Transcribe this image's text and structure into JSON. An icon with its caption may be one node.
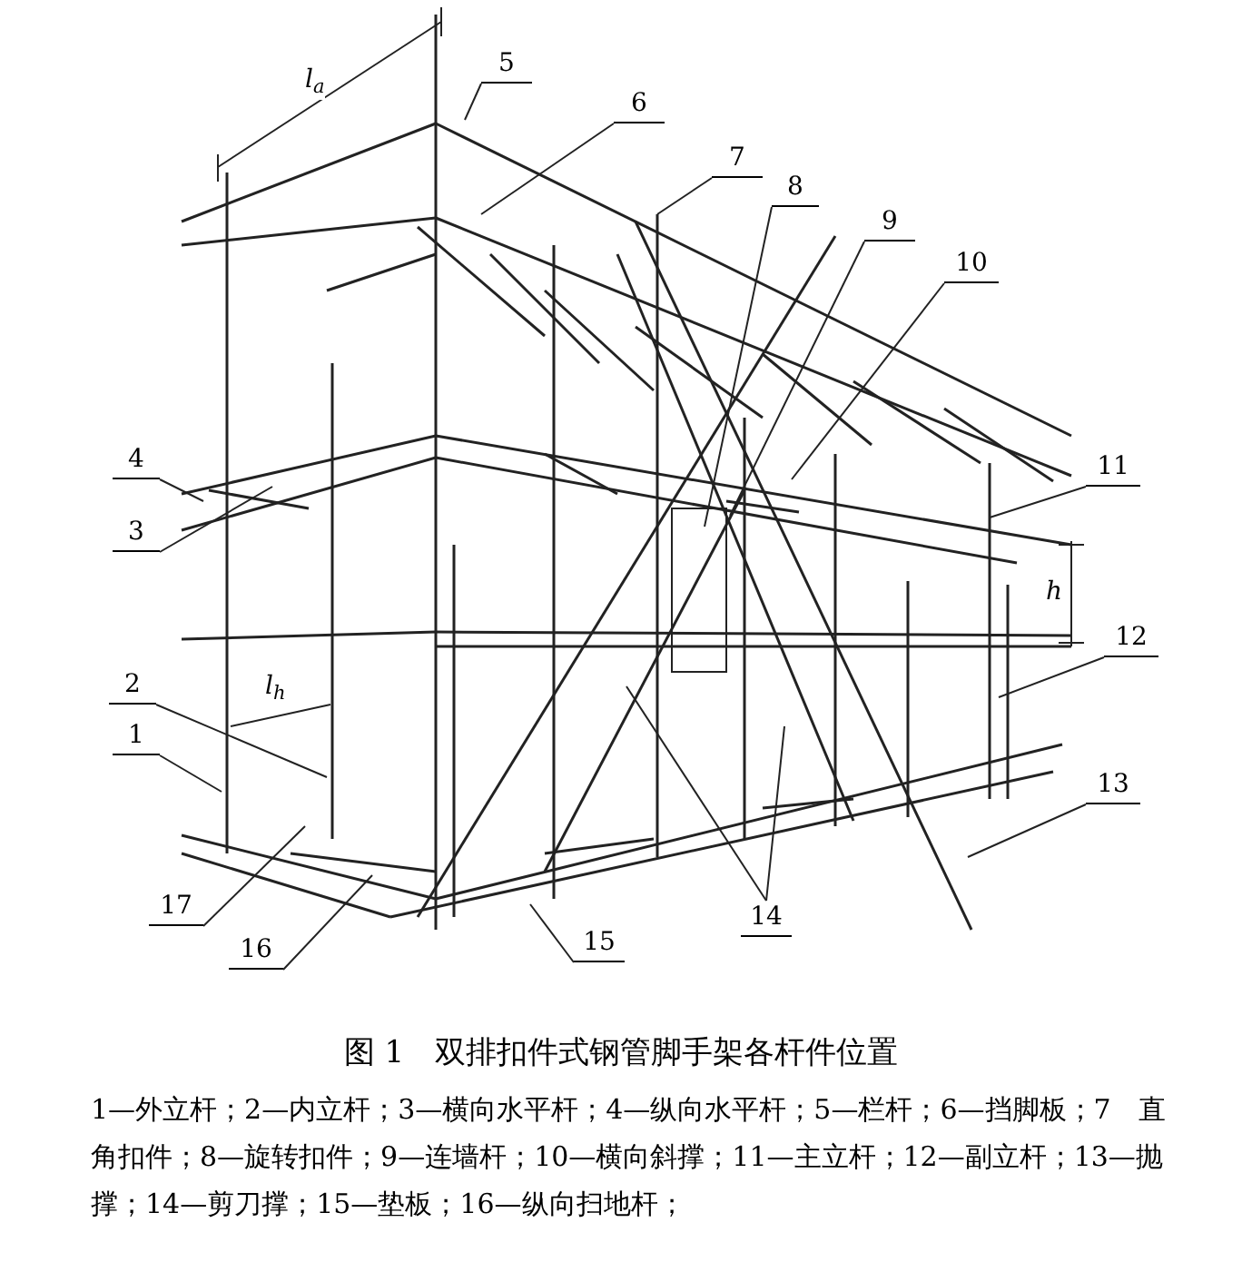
{
  "diagram": {
    "title": "图 1　双排扣件式钢管脚手架各杆件位置",
    "caption": "1—外立杆；2—内立杆；3—横向水平杆；4—纵向水平杆；5—栏杆；6—挡脚板；7　直角扣件；8—旋转扣件；9—连墙杆；10—横向斜撑；11—主立杆；12—副立杆；13—抛撑；14—剪刀撑；15—垫板；16—纵向扫地杆；",
    "nodes": [
      {
        "text": [
          "5"
        ]
      },
      {
        "text": [
          "6"
        ]
      },
      {
        "text": [
          "7"
        ]
      },
      {
        "text": [
          "8"
        ]
      },
      {
        "text": [
          "9"
        ]
      },
      {
        "text": [
          "10"
        ]
      },
      {
        "text": [
          "4"
        ]
      },
      {
        "text": [
          "11"
        ]
      },
      {
        "text": [
          "3"
        ]
      },
      {
        "text": [
          "12"
        ]
      },
      {
        "text": [
          "2"
        ]
      },
      {
        "text": [
          "1"
        ]
      },
      {
        "text": [
          "13"
        ]
      },
      {
        "text": [
          "17"
        ]
      },
      {
        "text": [
          "14"
        ]
      },
      {
        "text": [
          "15"
        ]
      },
      {
        "text": [
          "16"
        ]
      }
    ],
    "edges": [
      {
        "from": 0,
        "to": null,
        "arrow": "none"
      },
      {
        "from": 1,
        "to": null,
        "arrow": "none"
      },
      {
        "from": 2,
        "to": null,
        "arrow": "none"
      },
      {
        "from": 3,
        "to": null,
        "arrow": "none"
      },
      {
        "from": 4,
        "to": null,
        "arrow": "none"
      },
      {
        "from": 5,
        "to": null,
        "arrow": "none"
      },
      {
        "from": 6,
        "to": null,
        "arrow": "none"
      },
      {
        "from": 7,
        "to": null,
        "arrow": "none"
      },
      {
        "from": 8,
        "to": null,
        "arrow": "none"
      },
      {
        "from": 9,
        "to": null,
        "arrow": "none"
      },
      {
        "from": 10,
        "to": null,
        "arrow": "none"
      },
      {
        "from": 11,
        "to": null,
        "arrow": "none"
      },
      {
        "from": 12,
        "to": null,
        "arrow": "none"
      },
      {
        "from": 13,
        "to": null,
        "arrow": "none"
      },
      {
        "from": 14,
        "to": null,
        "arrow": "none"
      },
      {
        "from": 14,
        "to": null,
        "arrow": "none"
      },
      {
        "from": 15,
        "to": null,
        "arrow": "none"
      },
      {
        "from": 16,
        "to": null,
        "arrow": "none"
      }
    ],
    "labels": [
      "l$_{a}$",
      "h",
      "l$_{h}$"
    ]
  }
}
